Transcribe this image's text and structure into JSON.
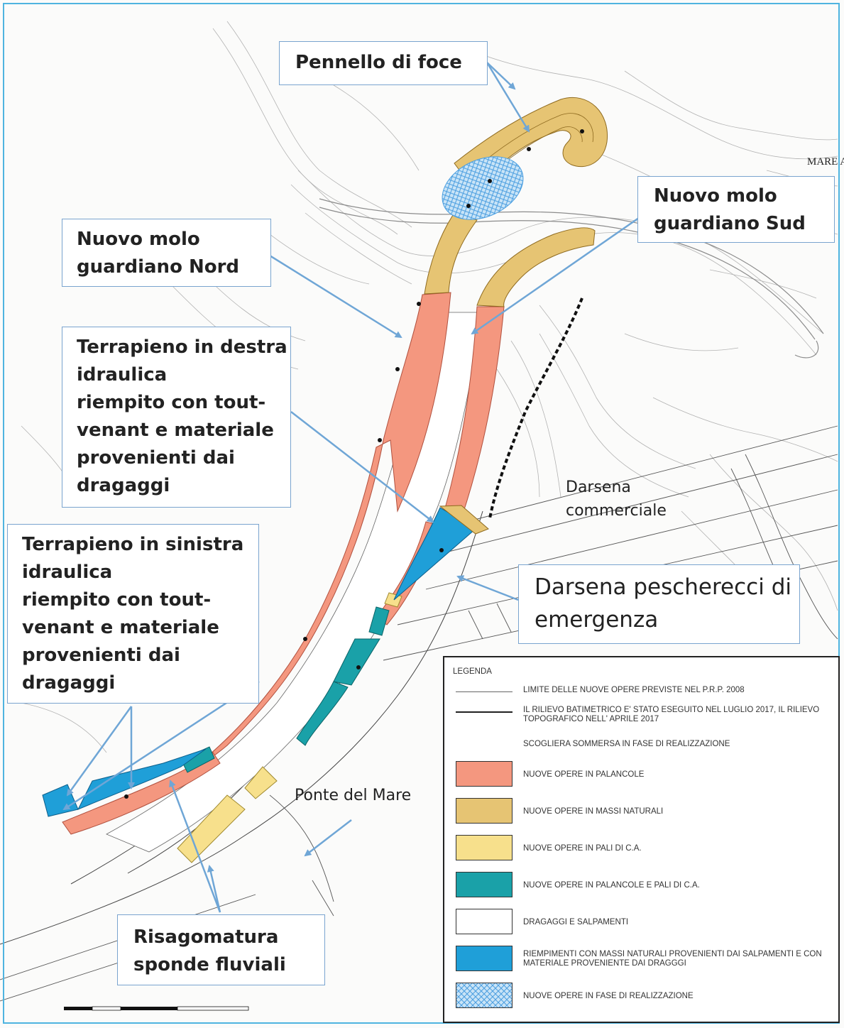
{
  "labels": {
    "pennello": [
      "Pennello di foce"
    ],
    "molo_sud": [
      "Nuovo molo",
      "guardiano Sud"
    ],
    "molo_nord": [
      "Nuovo molo",
      "guardiano Nord"
    ],
    "terrapieno_destra": [
      "Terrapieno in destra",
      "idraulica",
      "riempito con tout-",
      "venant e materiale",
      "provenienti dai",
      "dragaggi"
    ],
    "terrapieno_sinistra": [
      "Terrapieno in sinistra",
      "idraulica",
      "riempito con tout-",
      "venant e materiale",
      "provenienti dai",
      "dragaggi"
    ],
    "darsena_commerciale": [
      "Darsena",
      "commerciale"
    ],
    "darsena_pescherecci": [
      "Darsena pescherecci di",
      "emergenza"
    ],
    "ponte_del_mare": "Ponte del Mare",
    "risagomatura": [
      "Risagomatura",
      "sponde fluviali"
    ],
    "mare": "MARE A"
  },
  "legend": {
    "title": "LEGENDA",
    "line_items": [
      {
        "text": "LIMITE DELLE NUOVE OPERE PREVISTE NEL P.R.P. 2008"
      },
      {
        "text": "IL RILIEVO BATIMETRICO E' STATO ESEGUITO NEL LUGLIO 2017, IL RILIEVO TOPOGRAFICO NELL' APRILE 2017"
      },
      {
        "text": "SCOGLIERA SOMMERSA IN FASE DI REALIZZAZIONE"
      }
    ],
    "items": [
      {
        "text": "NUOVE OPERE IN PALANCOLE",
        "color": "#f4977f"
      },
      {
        "text": "NUOVE OPERE  IN MASSI NATURALI",
        "color": "#e6c473"
      },
      {
        "text": "NUOVE OPERE IN PALI DI C.A.",
        "color": "#f7e08c"
      },
      {
        "text": "NUOVE OPERE IN PALANCOLE E PALI DI C.A.",
        "color": "#1aa1a8"
      },
      {
        "text": "DRAGAGGI E SALPAMENTI",
        "color": "#ffffff"
      },
      {
        "text": "RIEMPIMENTI CON MASSI NATURALI PROVENIENTI DAI SALPAMENTI E CON MATERIALE PROVENIENTE DAI DRAGGGI",
        "color": "#1f9fd8"
      },
      {
        "text": "NUOVE OPERE IN FASE DI REALIZZAZIONE",
        "color": "hatch"
      }
    ]
  },
  "colors": {
    "palancole": "#f4977f",
    "massi": "#e6c473",
    "pali": "#f7e08c",
    "palancole_pali": "#1aa1a8",
    "riempimenti": "#1f9fd8",
    "hatch": "#5aa8e6",
    "arrow": "#6fa6d6",
    "contour": "#8a8a8a"
  }
}
